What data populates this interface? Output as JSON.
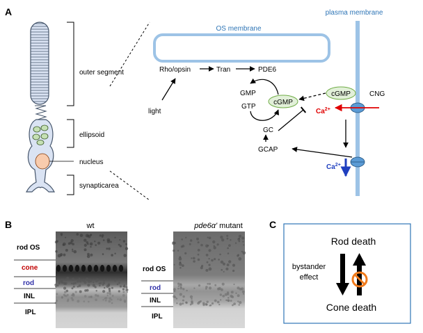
{
  "panel_a": {
    "letter": "A",
    "cell_labels": {
      "outer_segment": "outer segment",
      "ellipsoid": "ellipsoid",
      "nucleus": "nucleus",
      "synaptic_area": "synapticarea"
    },
    "membranes": {
      "os": "OS membrane",
      "plasma": "plasma membrane"
    },
    "cascade": {
      "rho": "Rho/opsin",
      "tran": "Tran",
      "pde6": "PDE6",
      "light": "light",
      "gmp": "GMP",
      "gtp": "GTP",
      "cgmp_inner": "cGMP",
      "cgmp_outer": "cGMP",
      "cng": "CNG",
      "ca_in_base": "Ca",
      "ca_in_sup": "2+",
      "gc": "GC",
      "gcap": "GCAP",
      "ca_low_base": "Ca",
      "ca_low_sup": "2+"
    },
    "colors": {
      "membrane": "#9dc3e6",
      "membrane_text": "#2e75b6",
      "channel": "#2e75b6",
      "calcium_red": "#e00000",
      "calcium_blue": "#1f3fbf",
      "cgmp_fill": "#e2f0d9",
      "cgmp_stroke": "#70ad47",
      "cell_fill": "#dae3f3",
      "nucleus_fill": "#f8cbad"
    }
  },
  "panel_b": {
    "letter": "B",
    "wt_title": "wt",
    "mutant_title_gene": "pde6α'",
    "mutant_title_rest": " mutant",
    "wt_layers": {
      "rod_os": "rod OS",
      "cone": "cone",
      "rod": "rod",
      "inl": "INL",
      "ipl": "IPL"
    },
    "mutant_layers": {
      "rod_os": "rod OS",
      "rod": "rod",
      "inl": "INL",
      "ipl": "IPL"
    },
    "colors": {
      "cone": "#c00000",
      "rod": "#2f2fa8"
    }
  },
  "panel_c": {
    "letter": "C",
    "top": "Rod death",
    "side_1": "bystander",
    "side_2": "effect",
    "bottom": "Cone death",
    "colors": {
      "border": "#2e75b6",
      "no_sign": "#f07a1a"
    }
  }
}
